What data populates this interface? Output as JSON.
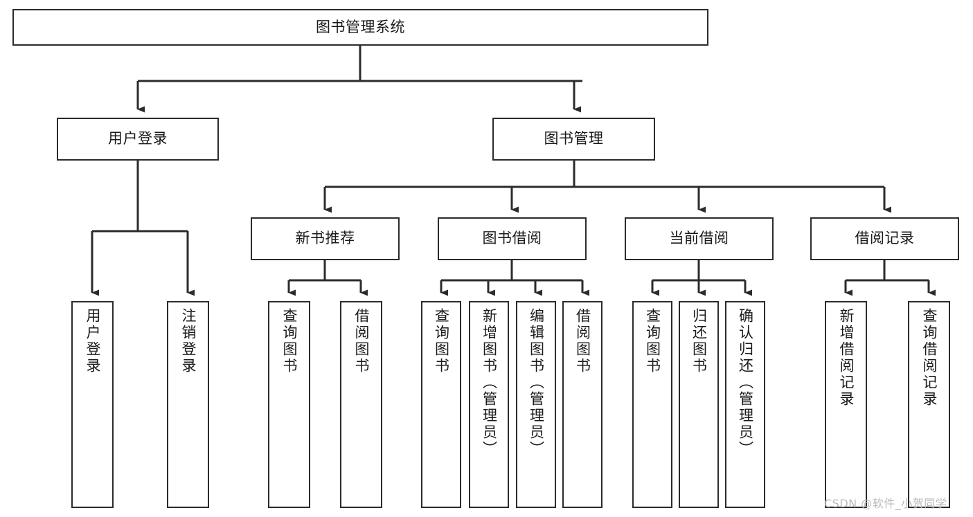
{
  "diagram": {
    "type": "hierarchy-tree",
    "title": "图书管理系统",
    "root": {
      "id": "root",
      "label": "图书管理系统",
      "orientation": "horizontal"
    },
    "level2": [
      {
        "id": "user-login",
        "label": "用户登录",
        "orientation": "horizontal"
      },
      {
        "id": "book-management",
        "label": "图书管理",
        "orientation": "horizontal"
      }
    ],
    "level3": [
      {
        "id": "new-book-recommend",
        "label": "新书推荐",
        "orientation": "horizontal",
        "parent": "book-management"
      },
      {
        "id": "book-borrow",
        "label": "图书借阅",
        "orientation": "horizontal",
        "parent": "book-management"
      },
      {
        "id": "current-borrow",
        "label": "当前借阅",
        "orientation": "horizontal",
        "parent": "book-management"
      },
      {
        "id": "borrow-record",
        "label": "借阅记录",
        "orientation": "horizontal",
        "parent": "book-management"
      }
    ],
    "leaves": [
      {
        "id": "leaf-user-login",
        "label": "用户登录",
        "orientation": "vertical",
        "parent": "user-login"
      },
      {
        "id": "leaf-user-logout",
        "label": "注销登录",
        "orientation": "vertical",
        "parent": "user-login"
      },
      {
        "id": "leaf-query-book-1",
        "label": "查询图书",
        "orientation": "vertical",
        "parent": "new-book-recommend"
      },
      {
        "id": "leaf-borrow-book-1",
        "label": "借阅图书",
        "orientation": "vertical",
        "parent": "new-book-recommend"
      },
      {
        "id": "leaf-query-book-2",
        "label": "查询图书",
        "orientation": "vertical",
        "parent": "book-borrow"
      },
      {
        "id": "leaf-add-book",
        "label": "新增图书（管理员）",
        "orientation": "vertical",
        "parent": "book-borrow"
      },
      {
        "id": "leaf-edit-book",
        "label": "编辑图书（管理员）",
        "orientation": "vertical",
        "parent": "book-borrow"
      },
      {
        "id": "leaf-borrow-book-2",
        "label": "借阅图书",
        "orientation": "vertical",
        "parent": "book-borrow"
      },
      {
        "id": "leaf-query-book-3",
        "label": "查询图书",
        "orientation": "vertical",
        "parent": "current-borrow"
      },
      {
        "id": "leaf-return-book",
        "label": "归还图书",
        "orientation": "vertical",
        "parent": "current-borrow"
      },
      {
        "id": "leaf-confirm-return",
        "label": "确认归还（管理员）",
        "orientation": "vertical",
        "parent": "current-borrow"
      },
      {
        "id": "leaf-add-record",
        "label": "新增借阅记录",
        "orientation": "vertical",
        "parent": "borrow-record"
      },
      {
        "id": "leaf-query-record",
        "label": "查询借阅记录",
        "orientation": "vertical",
        "parent": "borrow-record"
      }
    ],
    "colors": {
      "stroke": "#2b2b2b",
      "fill": "#ffffff",
      "text": "#1a1a1a",
      "watermark": "#b9b9b9"
    }
  },
  "watermark": {
    "text": "CSDN @软件_小贺同学"
  }
}
